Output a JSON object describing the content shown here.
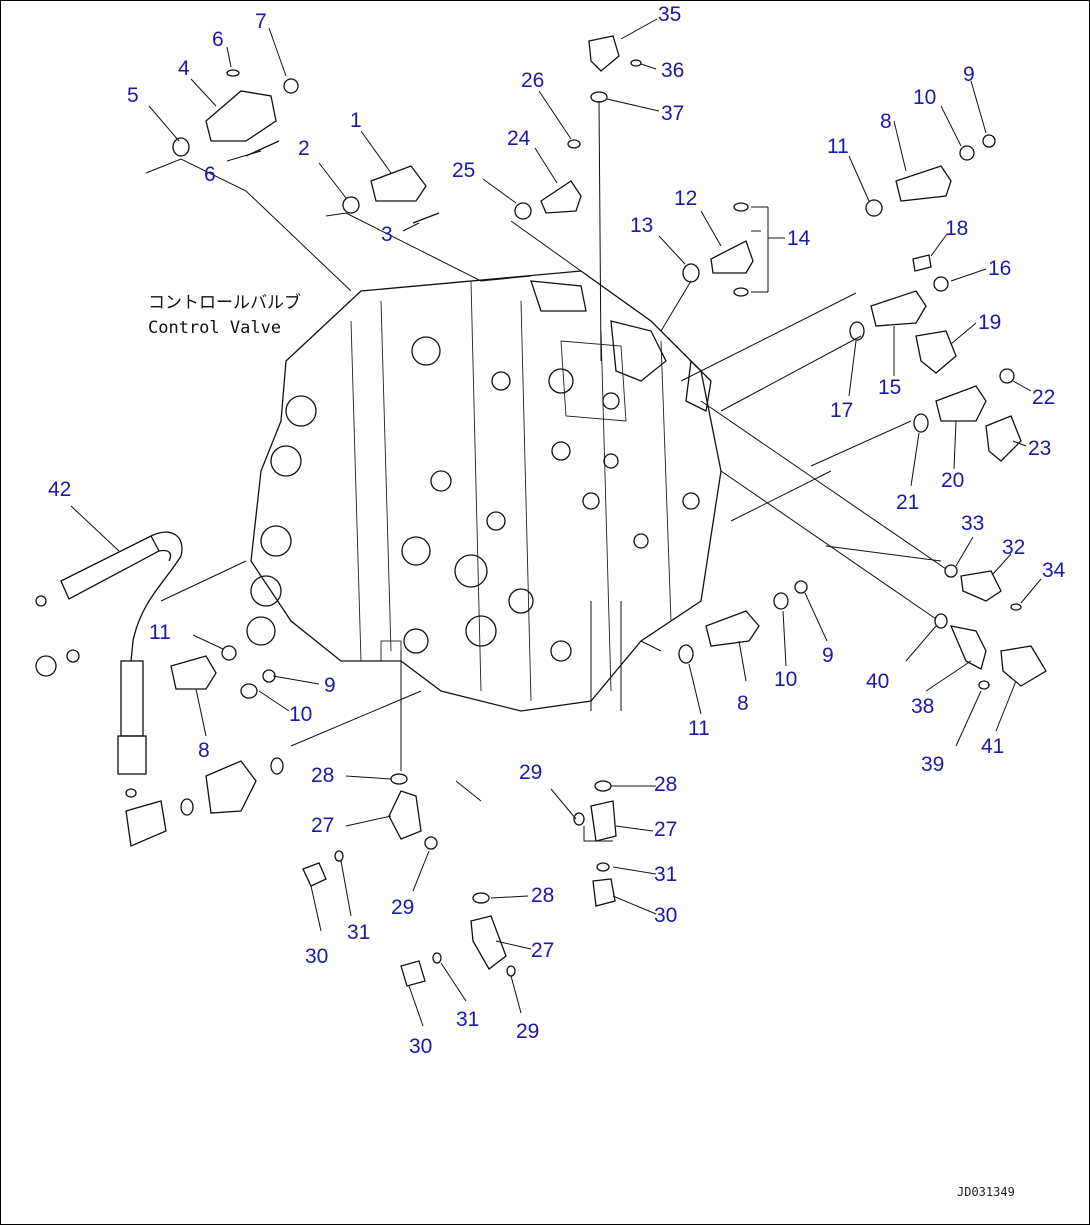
{
  "title_jp": "コントロールバルブ",
  "title_en": "Control Valve",
  "drawing_code": "JD031349",
  "colors": {
    "label": "#1a1aa8",
    "ink": "#111111",
    "background": "#ffffff"
  },
  "part_labels": [
    "35",
    "36",
    "37",
    "7",
    "6",
    "4",
    "6",
    "5",
    "1",
    "2",
    "3",
    "26",
    "24",
    "25",
    "9",
    "10",
    "8",
    "11",
    "12",
    "14",
    "13",
    "18",
    "16",
    "19",
    "17",
    "15",
    "22",
    "20",
    "23",
    "21",
    "42",
    "33",
    "32",
    "34",
    "11",
    "9",
    "10",
    "8",
    "11",
    "8",
    "10",
    "9",
    "40",
    "38",
    "41",
    "39",
    "28",
    "27",
    "29",
    "28",
    "27",
    "31",
    "30",
    "30",
    "31",
    "29",
    "28",
    "27",
    "30",
    "31",
    "29"
  ]
}
